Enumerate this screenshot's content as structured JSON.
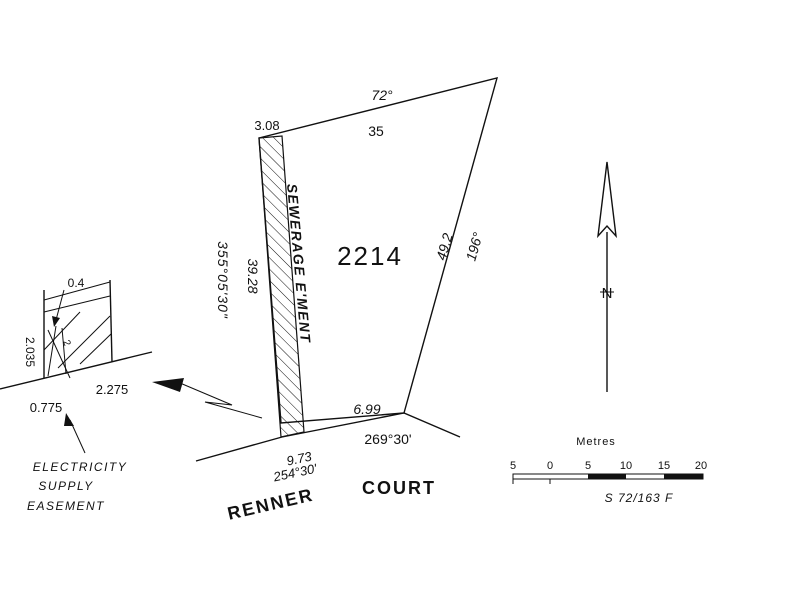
{
  "lot": {
    "number": "2214",
    "top_bearing": "72°",
    "top_distance": "35",
    "corner_distance": "3.08",
    "right_distance": "49.2",
    "right_bearing": "196°",
    "left_distance": "39.28",
    "left_bearing": "355°05'30\"",
    "bottom_right_distance": "6.99",
    "bottom_right_bearing": "269°30'",
    "bottom_left_distance": "9.73",
    "bottom_left_bearing": "254°30'"
  },
  "easements": {
    "sewerage_label": "SEWERAGE E'MENT",
    "electricity_label_lines": [
      "ELECTRICITY",
      "SUPPLY",
      "EASEMENT"
    ]
  },
  "detail": {
    "width_top": "0.4",
    "height_left": "2.035",
    "bottom_left": "0.775",
    "bottom_right": "2.275",
    "marker": "2"
  },
  "road": {
    "name_part1": "RENNER",
    "name_part2": "COURT"
  },
  "north_arrow": {
    "label": "N"
  },
  "scale_bar": {
    "title": "Metres",
    "ticks": [
      "5",
      "0",
      "5",
      "10",
      "15",
      "20"
    ],
    "reference": "S 72/163 F"
  }
}
